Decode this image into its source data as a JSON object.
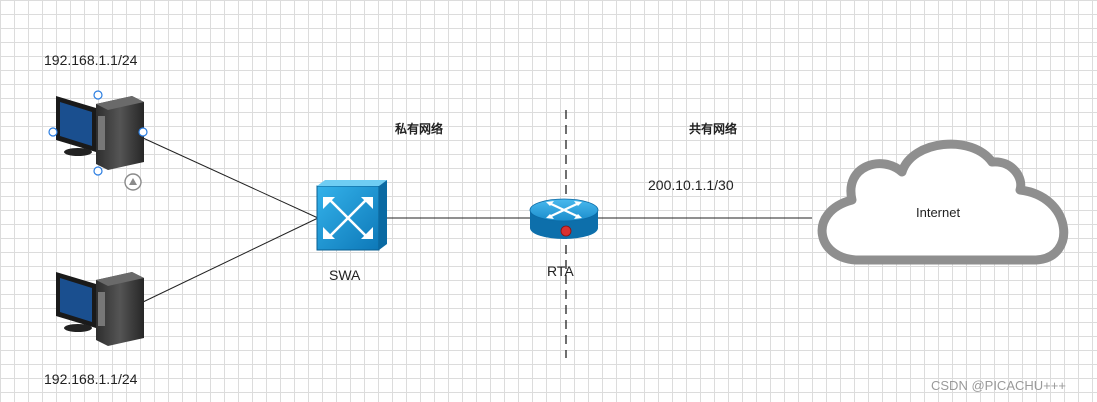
{
  "diagram": {
    "pc_top_ip": "192.168.1.1/24",
    "pc_bottom_ip": "192.168.1.1/24",
    "private_zone": "私有网络",
    "public_zone": "共有网络",
    "switch_label": "SWA",
    "router_label": "RTA",
    "wan_ip": "200.10.1.1/30",
    "cloud_label": "Internet"
  },
  "watermark": "CSDN @PICACHU+++",
  "colors": {
    "device_blue": "#1a8fcf",
    "monitor_screen": "#1a4f8f",
    "cloud_stroke": "#8f8f8f",
    "selection": "#2a7de1"
  }
}
